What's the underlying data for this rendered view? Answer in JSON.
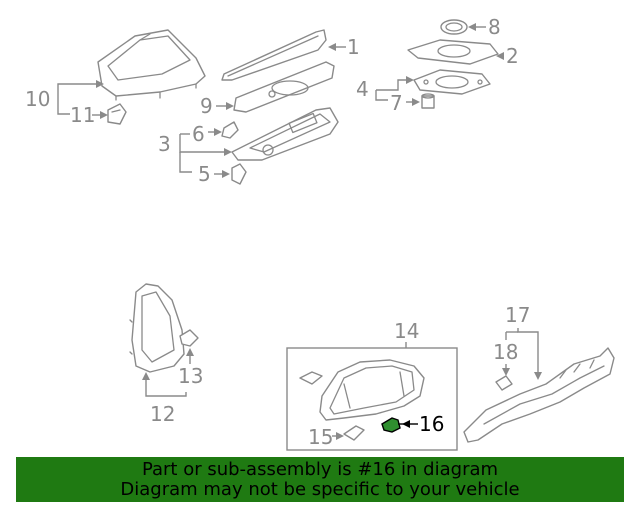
{
  "diagram": {
    "callouts": {
      "c1": "1",
      "c2": "2",
      "c3": "3",
      "c4": "4",
      "c5": "5",
      "c6": "6",
      "c7": "7",
      "c8": "8",
      "c9": "9",
      "c10": "10",
      "c11": "11",
      "c12": "12",
      "c13": "13",
      "c14": "14",
      "c15": "15",
      "c16": "16",
      "c17": "17",
      "c18": "18"
    },
    "highlighted_part": "16",
    "colors": {
      "line": "#8a8a8a",
      "highlight": "#2f8f2f",
      "banner": "#1f7a12"
    }
  },
  "banner": {
    "line1": "Part or sub-assembly is #16 in diagram",
    "line2": "Diagram may not be specific to your vehicle"
  }
}
